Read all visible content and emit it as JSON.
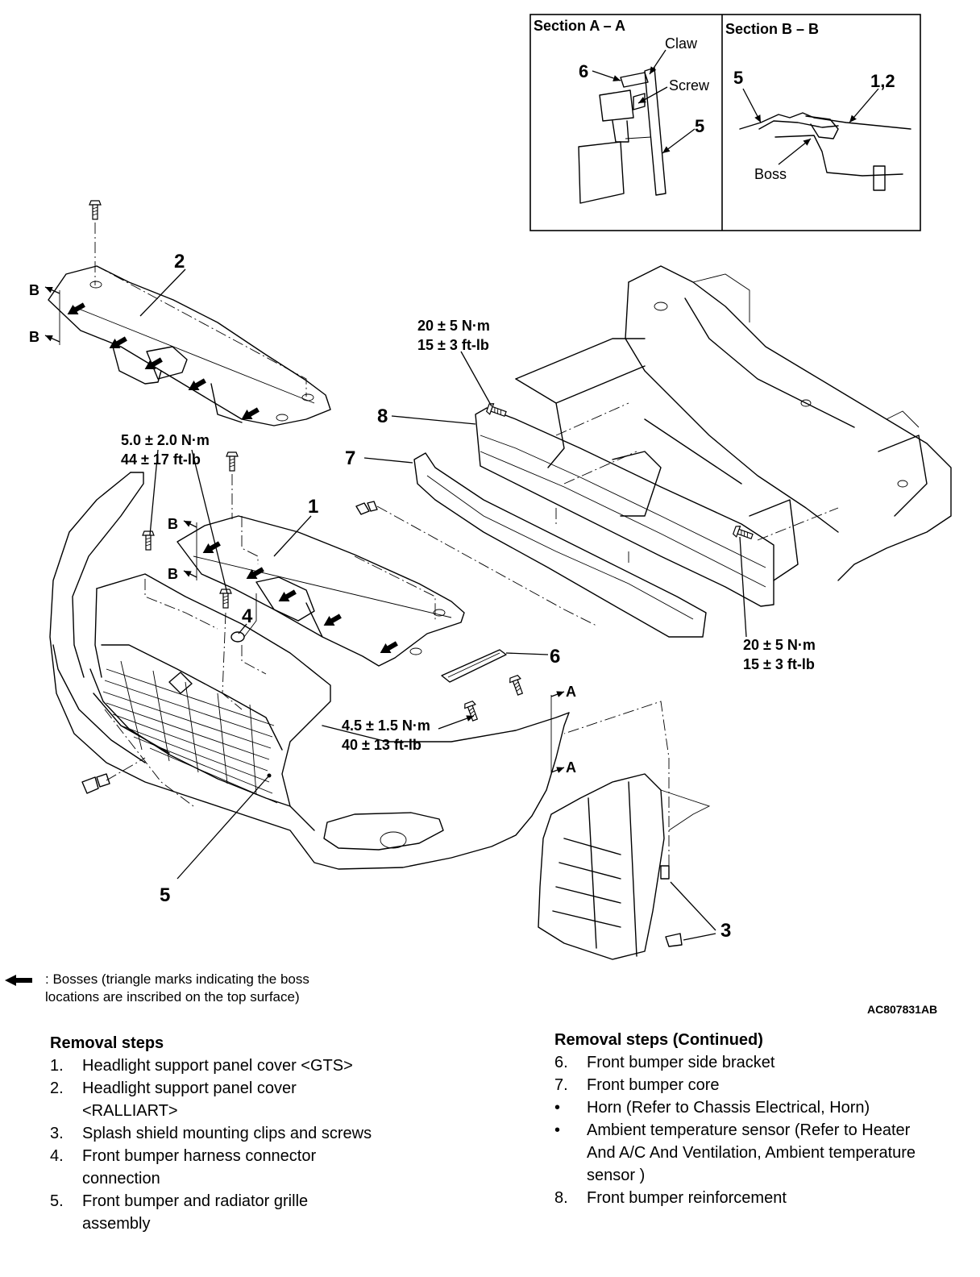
{
  "sections": {
    "a": {
      "title": "Section A – A",
      "claw": "Claw",
      "screw": "Screw",
      "n6": "6",
      "n5": "5"
    },
    "b": {
      "title": "Section B – B",
      "n5": "5",
      "n12": "1,2",
      "boss": "Boss"
    }
  },
  "callouts": {
    "c1": "1",
    "c2": "2",
    "c3": "3",
    "c4": "4",
    "c5": "5",
    "c6": "6",
    "c7": "7",
    "c8": "8",
    "markA": "A",
    "markB": "B"
  },
  "torques": {
    "t1_nm": "20 ± 5 N·m",
    "t1_ft": "15 ± 3 ft-lb",
    "t2_nm": "5.0 ± 2.0 N·m",
    "t2_ft": "44 ± 17 ft-lb",
    "t3_nm": "20 ± 5 N·m",
    "t3_ft": "15 ± 3 ft-lb",
    "t4_nm": "4.5 ± 1.5 N·m",
    "t4_ft": "40 ± 13 ft-lb"
  },
  "legend": {
    "line1": ": Bosses (triangle marks indicating the boss",
    "line2": "locations are inscribed on the top surface)"
  },
  "figure_code": "AC807831AB",
  "removal_steps": {
    "title": "Removal steps",
    "items": [
      {
        "num": "1.",
        "text": "Headlight support panel cover <GTS>"
      },
      {
        "num": "2.",
        "text": "Headlight support panel cover <RALLIART>"
      },
      {
        "num": "3.",
        "text": "Splash shield mounting clips and screws"
      },
      {
        "num": "4.",
        "text": "Front bumper harness connector connection"
      },
      {
        "num": "5.",
        "text": "Front bumper and radiator grille assembly"
      }
    ]
  },
  "removal_steps_continued": {
    "title": "Removal steps (Continued)",
    "items": [
      {
        "num": "6.",
        "text": "Front bumper side bracket"
      },
      {
        "num": "7.",
        "text": "Front bumper core"
      },
      {
        "num": "•",
        "text": "Horn (Refer to Chassis Electrical, Horn)"
      },
      {
        "num": "•",
        "text": "Ambient temperature sensor (Refer to Heater And A/C And Ventilation, Ambient temperature sensor )"
      },
      {
        "num": "8.",
        "text": "Front bumper reinforcement"
      }
    ]
  }
}
